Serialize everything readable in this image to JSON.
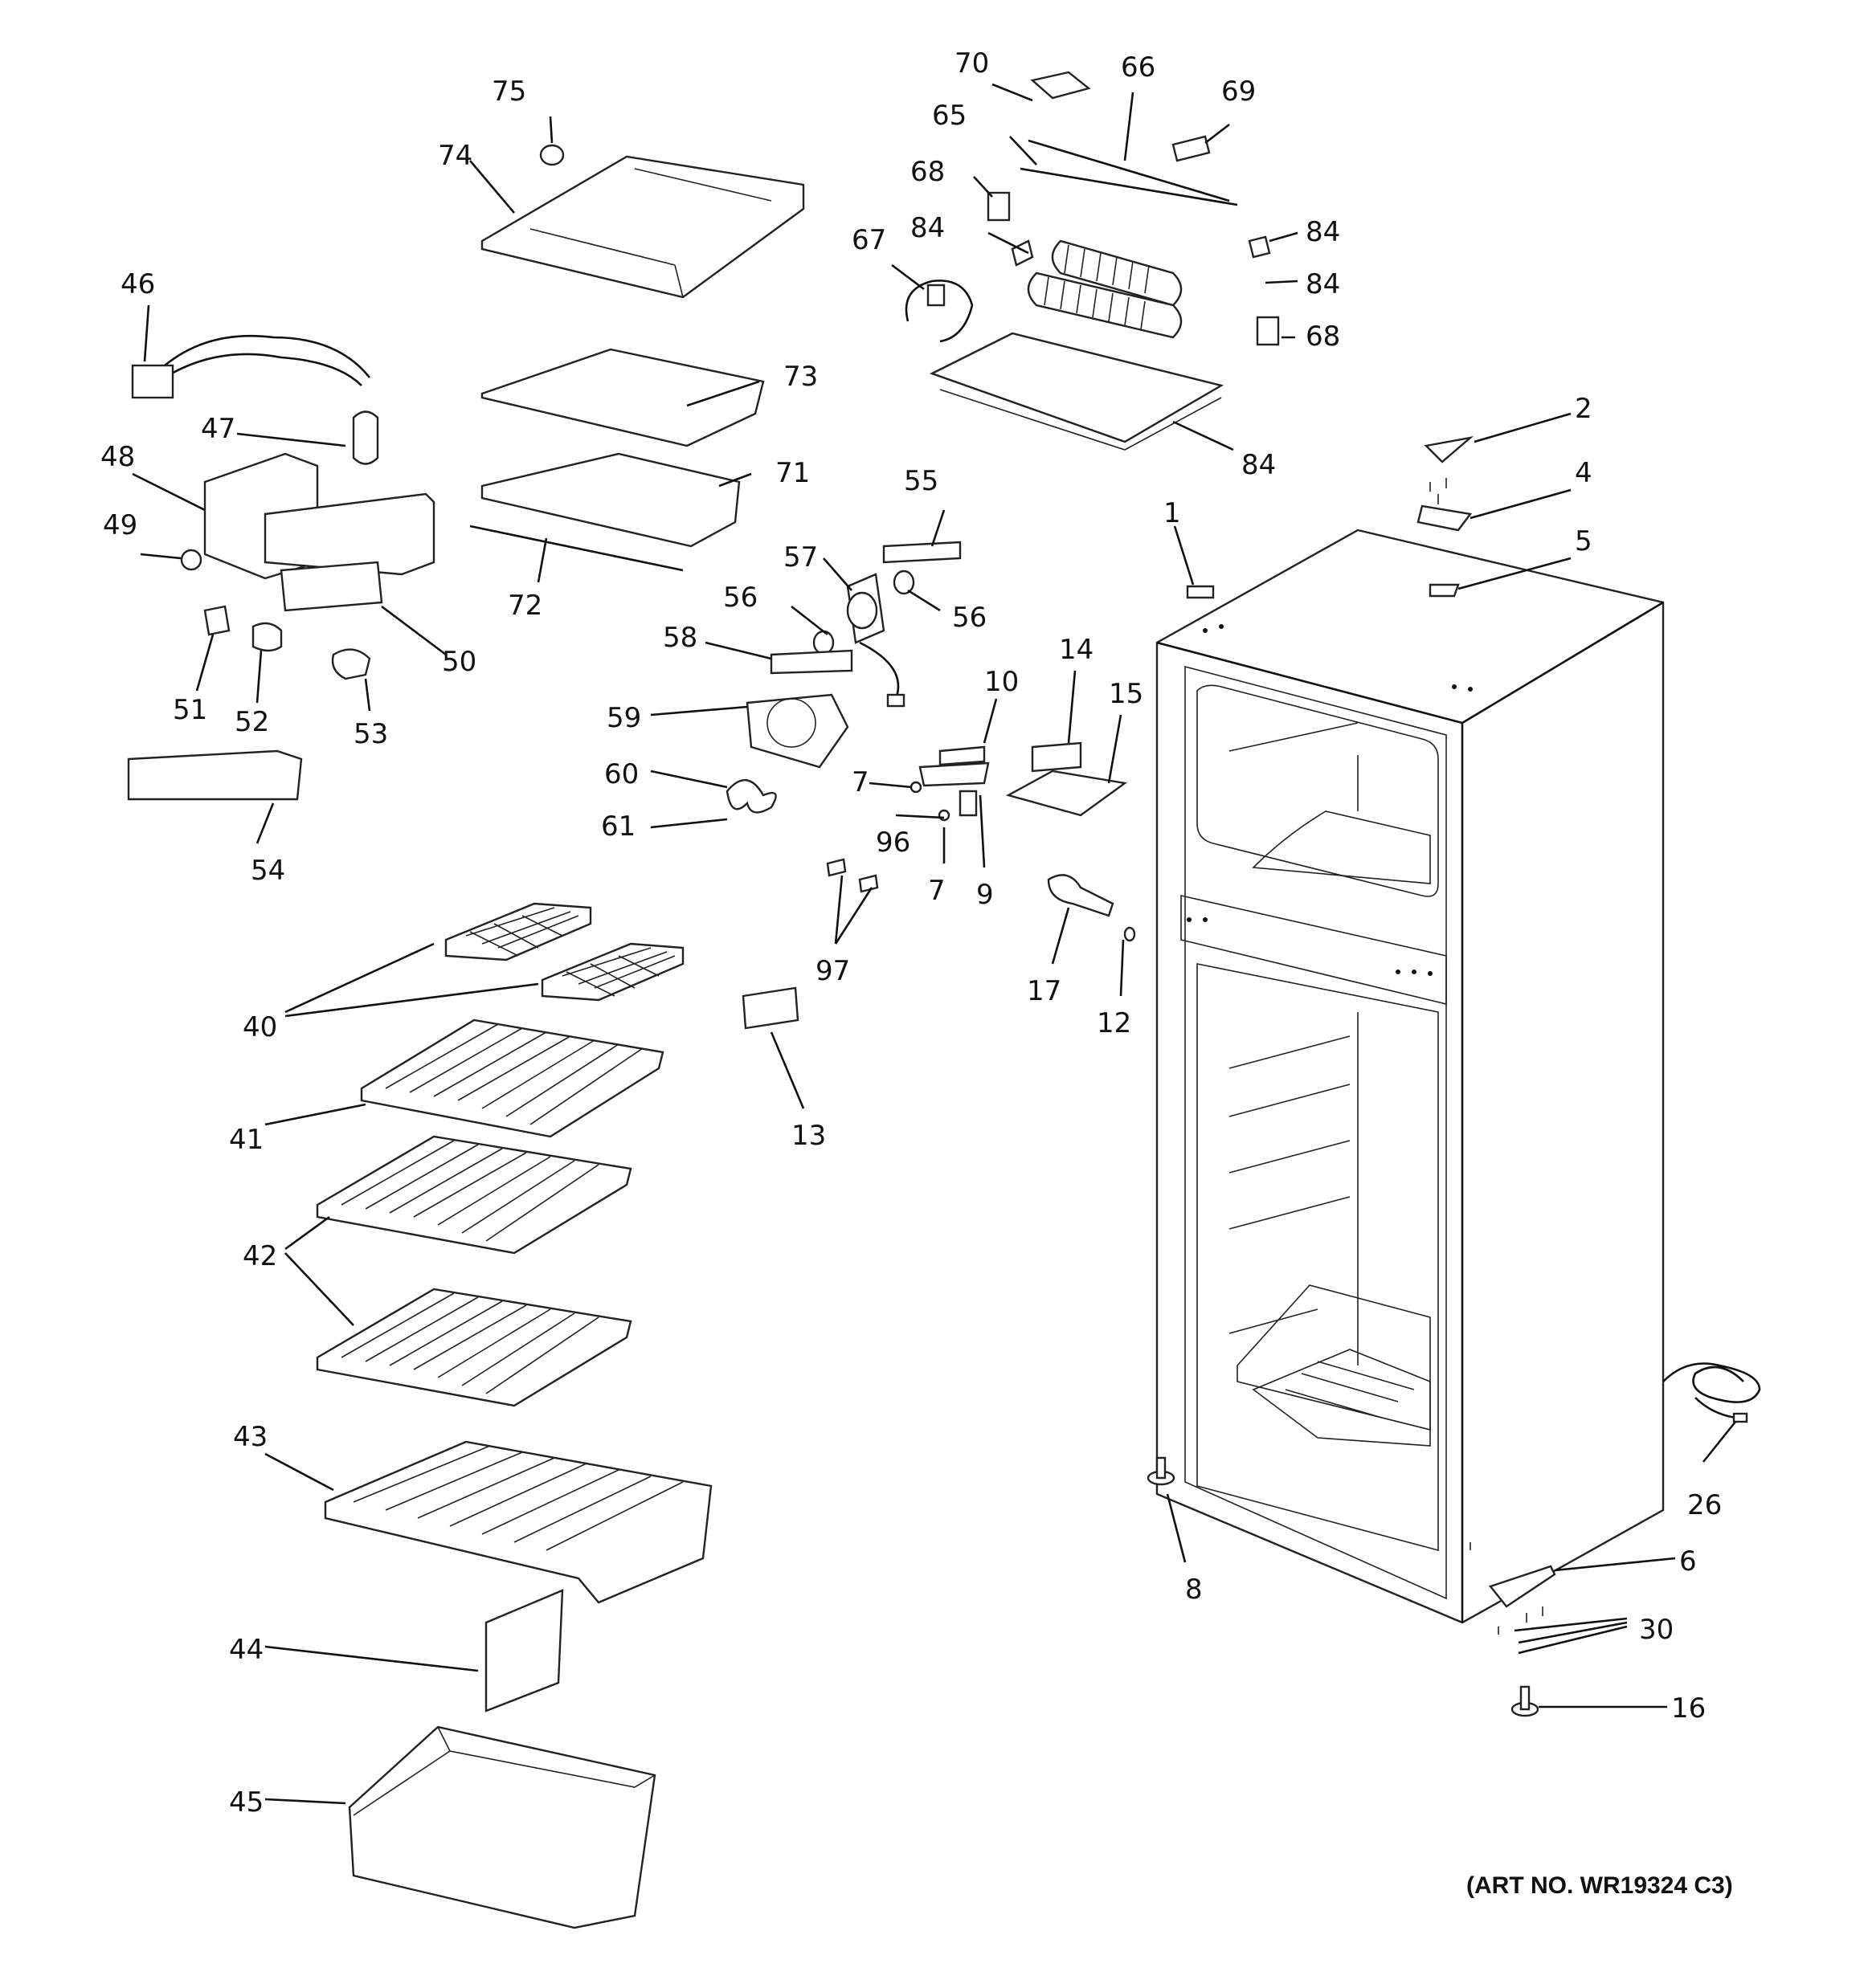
{
  "art_number": "(ART NO. WR19324 C3)",
  "callouts": [
    "1",
    "2",
    "4",
    "5",
    "6",
    "7",
    "7",
    "8",
    "9",
    "10",
    "12",
    "13",
    "14",
    "15",
    "16",
    "17",
    "26",
    "30",
    "40",
    "41",
    "42",
    "43",
    "44",
    "45",
    "46",
    "47",
    "48",
    "49",
    "50",
    "51",
    "52",
    "53",
    "54",
    "55",
    "56",
    "56",
    "57",
    "58",
    "59",
    "60",
    "61",
    "65",
    "66",
    "67",
    "68",
    "68",
    "69",
    "70",
    "71",
    "72",
    "73",
    "74",
    "75",
    "84",
    "84",
    "84",
    "84",
    "96",
    "97"
  ]
}
